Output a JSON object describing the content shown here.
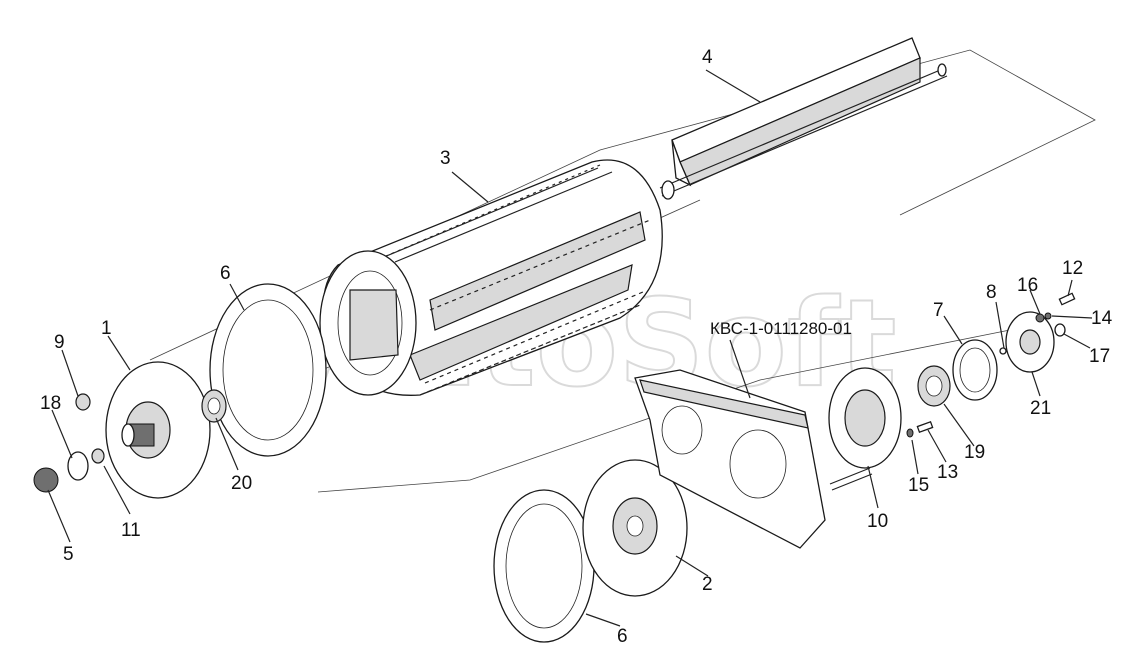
{
  "drawing": {
    "code_label": "КВС-1-0111280-01",
    "watermark": "AutoSoft"
  },
  "callouts": [
    {
      "id": "c1",
      "text": "1"
    },
    {
      "id": "c2",
      "text": "2"
    },
    {
      "id": "c3",
      "text": "3"
    },
    {
      "id": "c4",
      "text": "4"
    },
    {
      "id": "c5",
      "text": "5"
    },
    {
      "id": "c6a",
      "text": "6"
    },
    {
      "id": "c6b",
      "text": "6"
    },
    {
      "id": "c7",
      "text": "7"
    },
    {
      "id": "c8",
      "text": "8"
    },
    {
      "id": "c9",
      "text": "9"
    },
    {
      "id": "c10",
      "text": "10"
    },
    {
      "id": "c11",
      "text": "11"
    },
    {
      "id": "c12",
      "text": "12"
    },
    {
      "id": "c13",
      "text": "13"
    },
    {
      "id": "c14",
      "text": "14"
    },
    {
      "id": "c15",
      "text": "15"
    },
    {
      "id": "c16",
      "text": "16"
    },
    {
      "id": "c17",
      "text": "17"
    },
    {
      "id": "c18",
      "text": "18"
    },
    {
      "id": "c19",
      "text": "19"
    },
    {
      "id": "c20",
      "text": "20"
    },
    {
      "id": "c21",
      "text": "21"
    }
  ]
}
